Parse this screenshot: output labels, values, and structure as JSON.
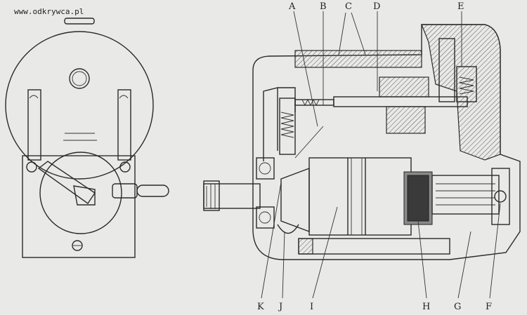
{
  "watermark": "www.odkrywca.pl",
  "labels_top": [
    "A",
    "B",
    "C",
    "D",
    "E"
  ],
  "labels_bottom": [
    "K",
    "J",
    "I",
    "H",
    "G",
    "F"
  ],
  "colors": {
    "background": "#e9e9e7",
    "ink": "#2a2a2a"
  }
}
